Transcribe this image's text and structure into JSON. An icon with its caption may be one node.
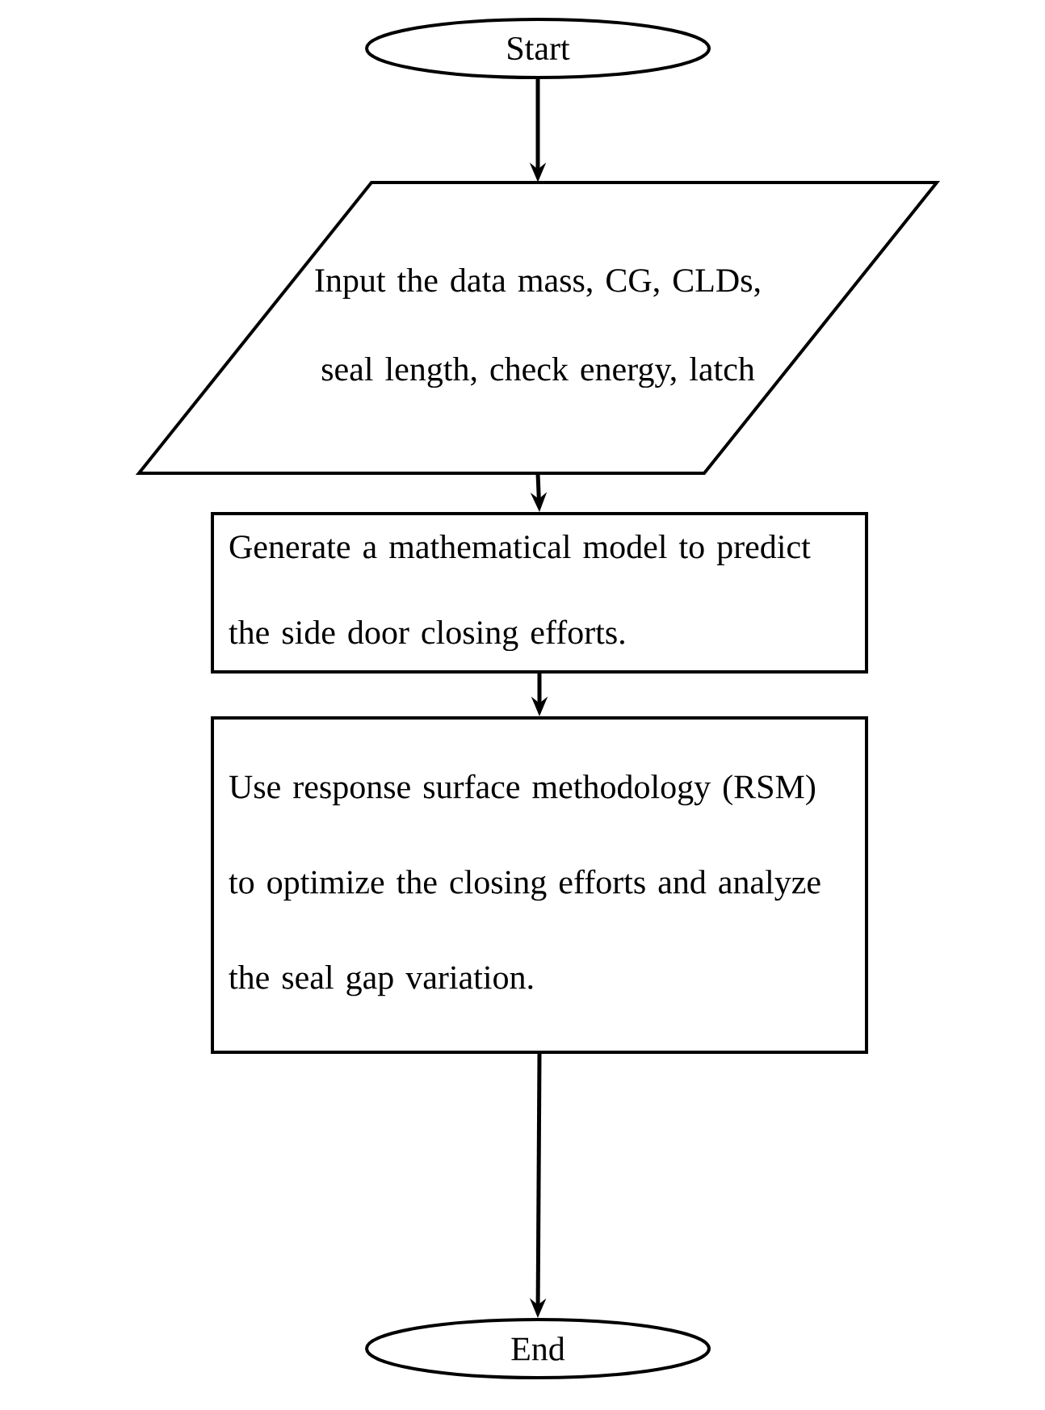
{
  "diagram": {
    "nodes": [
      {
        "text": [
          "Start"
        ]
      },
      {
        "text": [
          "Input the data mass, CG, CLDs, seal length, check energy, latch"
        ]
      },
      {
        "text": [
          "Generate a mathematical model to predict the side door closing efforts."
        ]
      },
      {
        "text": [
          "Use response surface methodology (RSM) to optimize the closing efforts and analyze the seal gap variation."
        ]
      },
      {
        "text": [
          "End"
        ]
      }
    ],
    "edges": [
      {
        "from": 0,
        "to": 1,
        "arrow": "to"
      },
      {
        "from": 1,
        "to": 2,
        "arrow": "to"
      },
      {
        "from": 2,
        "to": 3,
        "arrow": "to"
      },
      {
        "from": 3,
        "to": 4,
        "arrow": "to"
      }
    ]
  }
}
